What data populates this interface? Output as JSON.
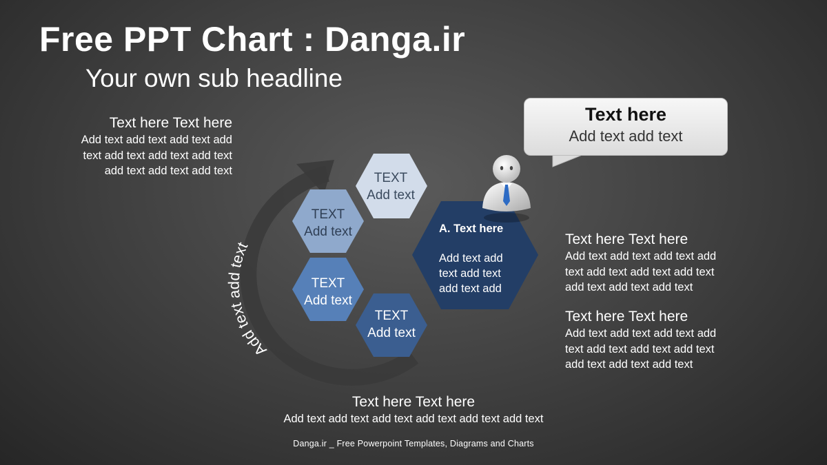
{
  "title": "Free PPT Chart : Danga.ir",
  "subtitle": "Your own sub headline",
  "top_left": {
    "heading": "Text here Text here",
    "lines": [
      "Add text add text add text add",
      "text add text add text add text",
      "add text add text add text"
    ]
  },
  "callout": {
    "title": "Text here",
    "text": "Add text add text"
  },
  "arc_label": "Add text add text",
  "hexagons": [
    {
      "line1": "TEXT",
      "line2": "Add text",
      "color": "#d2dcea"
    },
    {
      "line1": "TEXT",
      "line2": "Add text",
      "color": "#8fa9cc"
    },
    {
      "line1": "TEXT",
      "line2": "Add text",
      "color": "#5680b8"
    },
    {
      "line1": "TEXT",
      "line2": "Add text",
      "color": "#3b5e90"
    }
  ],
  "big_hex": {
    "title": "A. Text here",
    "lines": [
      "Add text add",
      "text add text",
      "add text add"
    ],
    "color": "#233e66"
  },
  "right_blocks": [
    {
      "heading": "Text here Text here",
      "lines": [
        "Add text add text add text add",
        "text add text add text add text",
        "add text add text add text"
      ]
    },
    {
      "heading": "Text here Text here",
      "lines": [
        "Add text add text add text add",
        "text add text add text add text",
        "add text add text add text"
      ]
    }
  ],
  "bottom": {
    "heading": "Text here Text here",
    "text": "Add text add text add text add text add text add text"
  },
  "footer": "Danga.ir _ Free Powerpoint Templates, Diagrams and Charts",
  "person_icon": "businessman-figure-icon"
}
